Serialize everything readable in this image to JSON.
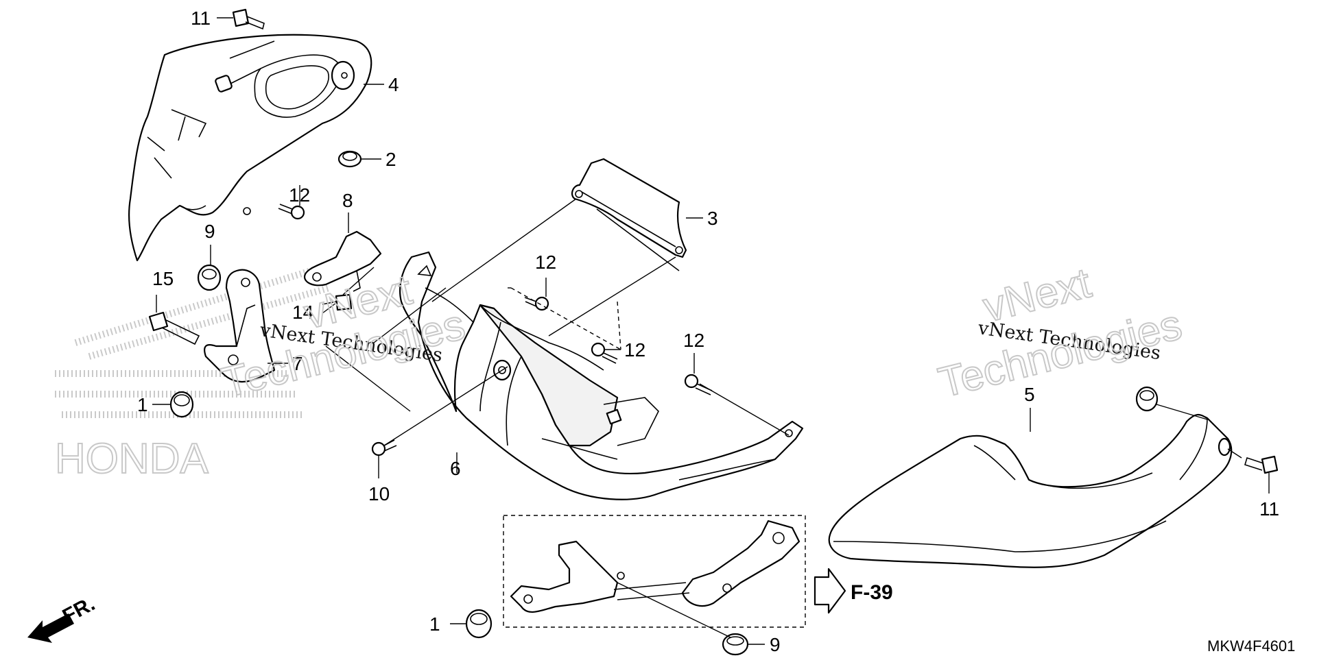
{
  "callouts": {
    "n11a": "11",
    "n4": "4",
    "n2": "2",
    "n12a": "12",
    "n8": "8",
    "n9a": "9",
    "n15": "15",
    "n14": "14",
    "n7": "7",
    "n1a": "1",
    "n3": "3",
    "n12b": "12",
    "n12c": "12",
    "n12d": "12",
    "n6": "6",
    "n10": "10",
    "n5": "5",
    "n11b": "11",
    "n1b": "1",
    "n9b": "9"
  },
  "reference": "F-39",
  "direction_label": "FR.",
  "diagram_code": "MKW4F4601",
  "watermark": {
    "line": "vNext Technologies",
    "word1": "vNext",
    "word2": "Technologies",
    "brand": "HONDA"
  }
}
